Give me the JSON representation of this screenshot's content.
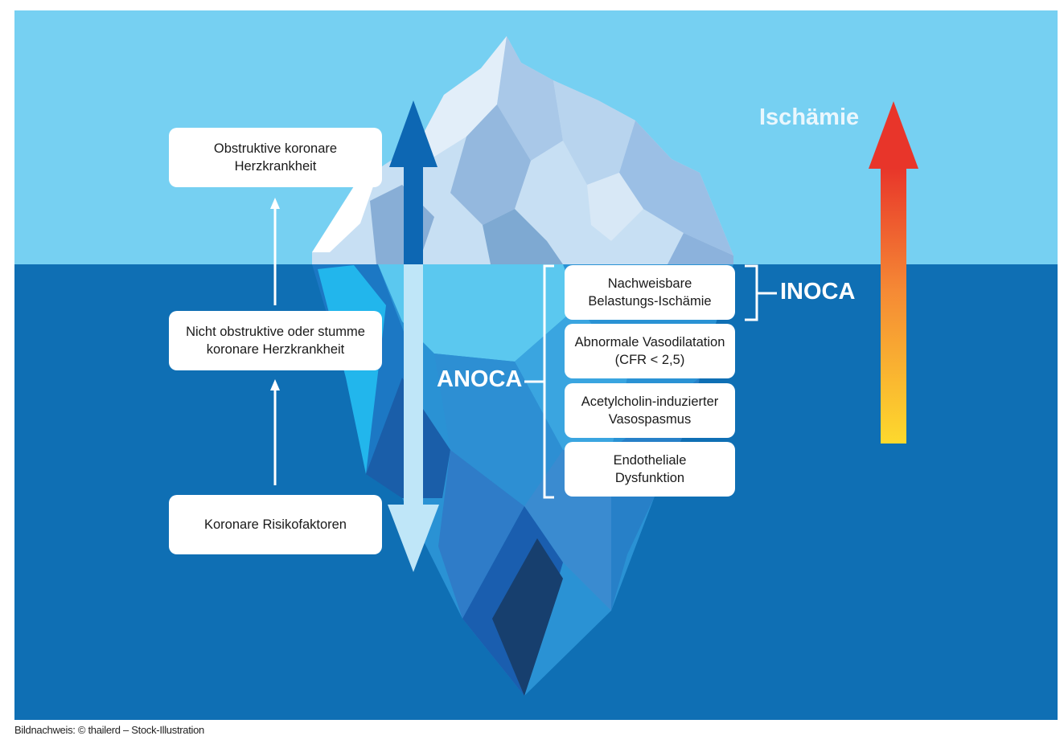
{
  "colors": {
    "sky": "#76d0f2",
    "water": "#0f6fb4",
    "arrow_dark": "#0d67b3",
    "arrow_light": "#bfe6f8",
    "ischemia_top": "#e8352a",
    "ischemia_bottom": "#fdd92d",
    "white": "#ffffff"
  },
  "left_boxes": {
    "obstructive": {
      "line1": "Obstruktive koronare",
      "line2": "Herzkrankheit"
    },
    "nonobstructive": {
      "line1": "Nicht obstruktive oder stumme",
      "line2": "koronare Herzkrankheit"
    },
    "risk": {
      "line1": "Koronare Risikofaktoren"
    }
  },
  "right_boxes": {
    "ischemia_proof": {
      "line1": "Nachweisbare",
      "line2": "Belastungs-Ischämie"
    },
    "vasodilatation": {
      "line1": "Abnormale Vasodilatation",
      "line2": "(CFR < 2,5)"
    },
    "vasospasm": {
      "line1": "Acetylcholin-induzierter",
      "line2": "Vasospasmus"
    },
    "endothelial": {
      "line1": "Endotheliale",
      "line2": "Dysfunktion"
    }
  },
  "labels": {
    "ischemia": "Ischämie",
    "inoca": "INOCA",
    "anoca": "ANOCA"
  },
  "credit": "Bildnachweis: © thailerd – Stock-Illustration",
  "icons": [
    "up-arrow-icon",
    "double-arrow-icon",
    "gradient-arrow-icon",
    "bracket-icon",
    "iceberg-illustration"
  ]
}
